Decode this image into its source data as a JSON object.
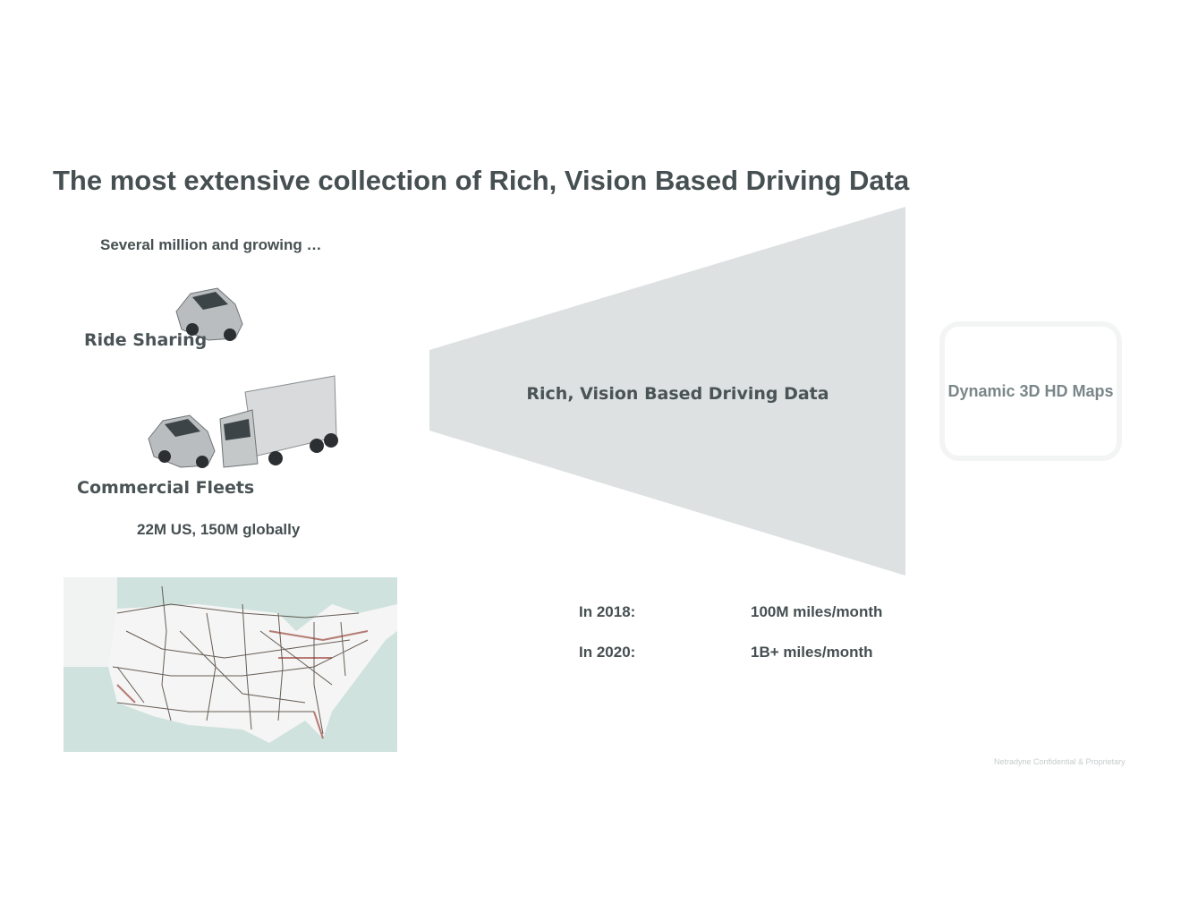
{
  "title": "The most extensive collection of Rich, Vision Based Driving Data",
  "subtitle": "Several million and growing …",
  "segments": {
    "ride_sharing": "Ride Sharing",
    "commercial_fleets": "Commercial Fleets",
    "fleet_count": "22M US, 150M globally"
  },
  "funnel": {
    "label": "Rich, Vision Based Driving Data",
    "color": "#dde1e1"
  },
  "output_box": {
    "label": "Dynamic 3D HD Maps"
  },
  "stats": [
    {
      "year": "In 2018:",
      "value": "100M miles/month"
    },
    {
      "year": "In 2020:",
      "value": "1B+ miles/month"
    }
  ],
  "footer": "Netradyne Confidential & Proprietary"
}
